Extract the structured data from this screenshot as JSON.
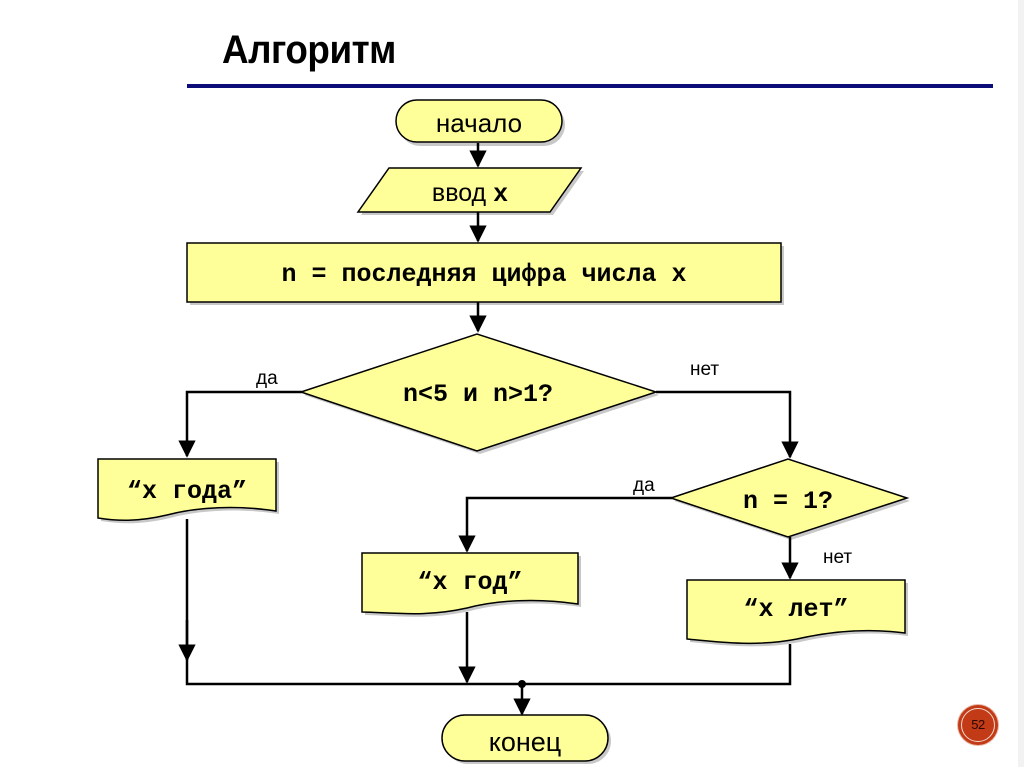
{
  "slide": {
    "title": "Алгоритм",
    "page_number": "52",
    "colors": {
      "rule": "#0d0d7a",
      "shape_fill": "#ffff99",
      "shape_stroke": "#000000",
      "shadow": "#bfbfbf",
      "badge": "#c23a16"
    }
  },
  "flowchart": {
    "nodes": {
      "start": {
        "type": "terminator",
        "label": "начало"
      },
      "input": {
        "type": "input",
        "label": "ввод ",
        "label_var": "x"
      },
      "process": {
        "type": "process",
        "label": "n = последняя цифра числа x"
      },
      "decision1": {
        "type": "decision",
        "label": "n<5 и n>1?"
      },
      "out_goda": {
        "type": "output",
        "label": "“x года”"
      },
      "decision2": {
        "type": "decision",
        "label": "n = 1?"
      },
      "out_god": {
        "type": "output",
        "label": "“x год”"
      },
      "out_let": {
        "type": "output",
        "label": "“x лет”"
      },
      "end": {
        "type": "terminator",
        "label": "конец"
      }
    },
    "edge_labels": {
      "d1_yes": "да",
      "d1_no": "нет",
      "d2_yes": "да",
      "d2_no": "нет"
    }
  }
}
